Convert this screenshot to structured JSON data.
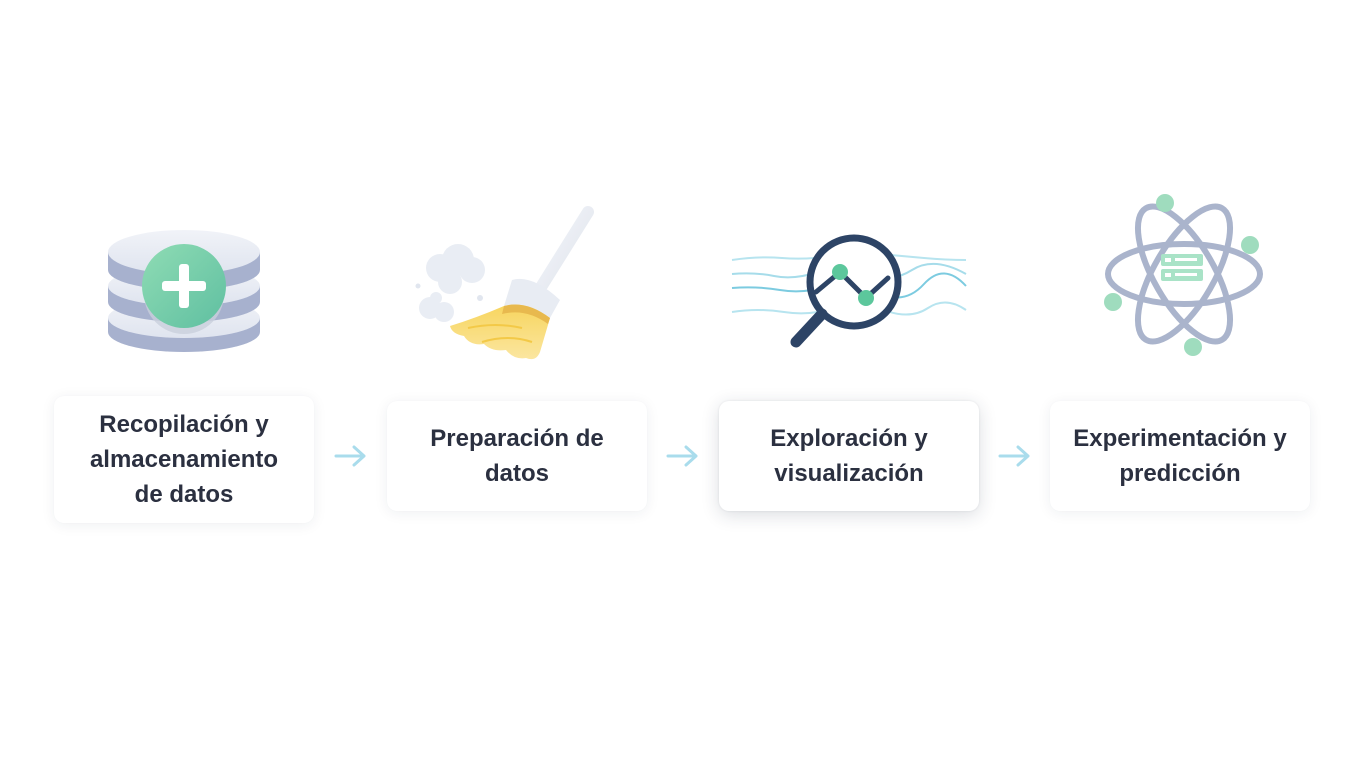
{
  "steps": [
    {
      "label": "Recopilación y almacenamiento de datos",
      "icon": "database-add-icon"
    },
    {
      "label": "Preparación de datos",
      "icon": "broom-icon"
    },
    {
      "label": "Exploración y visualización",
      "icon": "magnifier-chart-icon"
    },
    {
      "label": "Experimentación y predicción",
      "icon": "atom-server-icon"
    }
  ],
  "arrow_icon": "arrow-right-icon",
  "colors": {
    "text": "#2b3040",
    "accent_green": "#7fd1ae",
    "accent_blue": "#a9dcec",
    "navy": "#2d4466",
    "slate": "#a9b3cb",
    "yellow": "#f8d978"
  }
}
